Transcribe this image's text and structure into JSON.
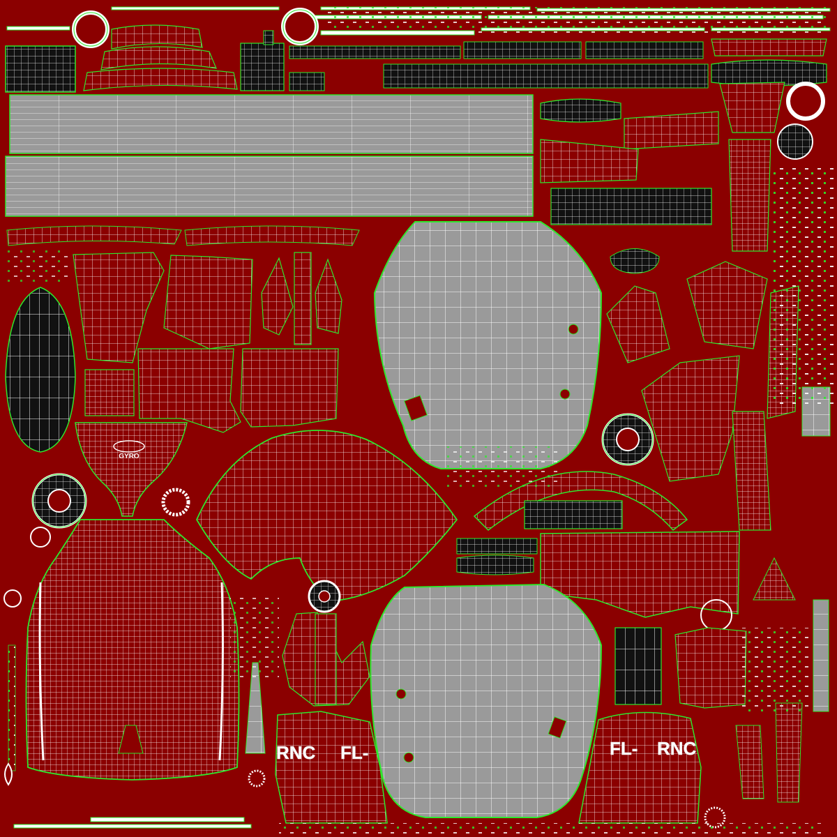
{
  "texture": {
    "background_color": "#8b0000",
    "wire_color": "#ffffff",
    "seam_color": "#2ee82e",
    "gray_fill": "#9a9a9a",
    "black_fill": "#111111"
  },
  "decals": {
    "rnc_left": "RNC",
    "fl_left": "FL-",
    "fl_right": "FL-",
    "rnc_right": "RNC",
    "logo_text": "GYRO"
  }
}
